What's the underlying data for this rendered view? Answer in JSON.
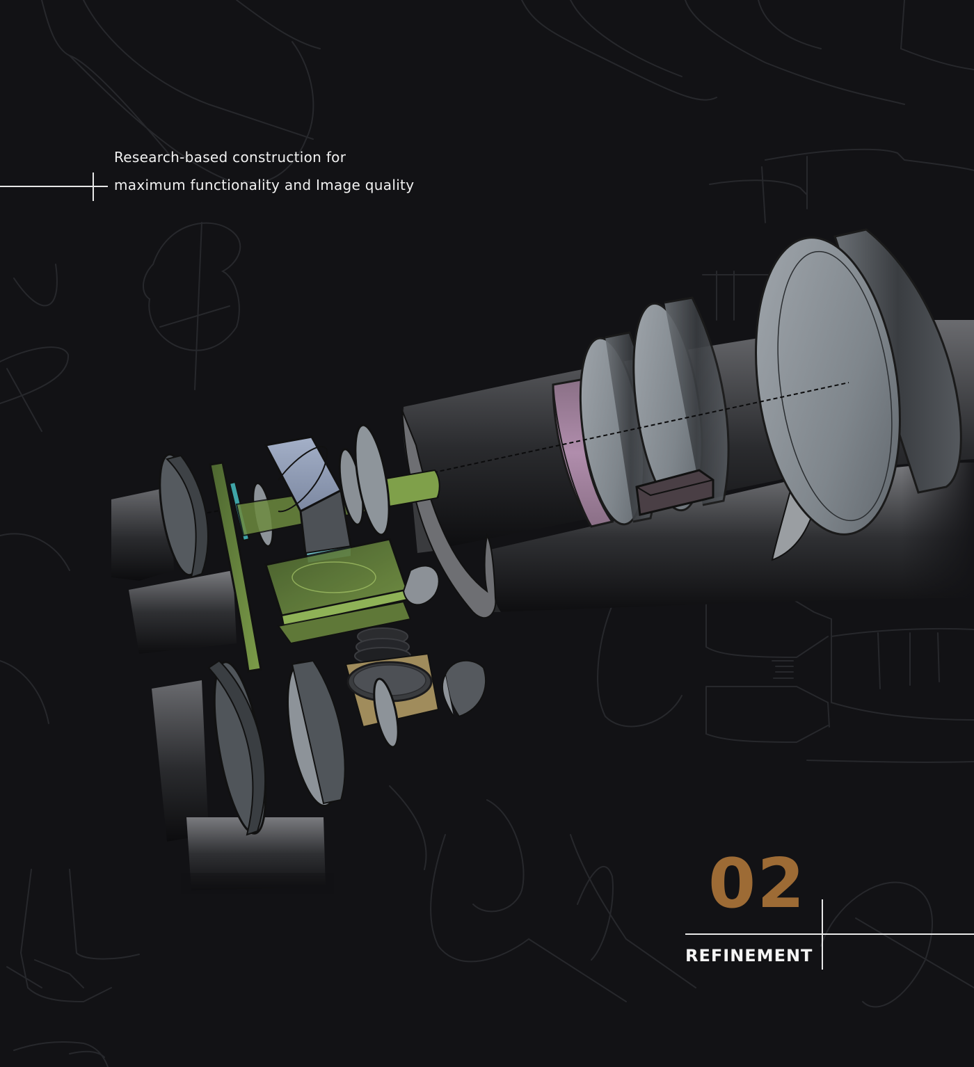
{
  "page": {
    "background_color": "#121215",
    "accent_color": "#9d6b35",
    "text_color": "#f2f2f2"
  },
  "caption": {
    "line1": "Research-based construction for",
    "line2": "maximum functionality and Image quality"
  },
  "section": {
    "number": "02",
    "title": "REFINEMENT"
  },
  "illustration": {
    "subject": "exploded-view-lens-assembly",
    "colors": {
      "tube": "#4a4b4f",
      "lens": "#8c939a",
      "green_plate": "#6d8a3f",
      "prism": "#8e9ab3",
      "pink_ring": "#9a7a96",
      "teal_strip": "#3fa4a7",
      "tan_base": "#a08c5c"
    }
  }
}
